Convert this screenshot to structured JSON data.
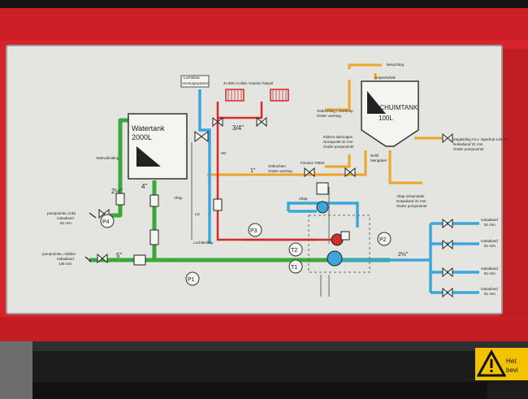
{
  "diagram": {
    "tanks": {
      "water_title": "Watertank",
      "water_volume": "2000L",
      "foam_title": "SCHUIMTANK",
      "foam_volume": "100L"
    },
    "labels": {
      "air_system": "Luchtdruk",
      "air_system2": "Voertuigsysteem",
      "hose_reel": "2x 80m Collins Youldon haspel",
      "breather": "Beluchting",
      "inspection": "Inspectieluik",
      "overflow1": "Ontluchting / Overloop",
      "overflow2": "Onder voertuig",
      "empty1": "Eiderm aanzuigen",
      "empty2": "Nozapunkt 31 mm",
      "empty3": "Onder pompruimte",
      "supply1": "Zuigleiding t.b.v. ingedruk schuim",
      "supply2": "Nokadiand 31 mm",
      "supply3": "Onder pompruimte",
      "refill": "Refill",
      "mixer": "Mengdeel",
      "venting1": "Ontluchten",
      "venting2": "Onder voertuig",
      "proportioner": "Fireslus 70500",
      "drain": "Aftap",
      "foam_drain1": "Aftap schuimtank",
      "foam_drain2": "Nokadiand 31 mm",
      "foam_drain3": "Onder pompruimte",
      "hd": "HD",
      "fill_conn": "Tankvulleiding",
      "drain_tank": "Aftap",
      "ld": "LD",
      "lucht": "Luchtleiding",
      "pump_left1": "pompruimte, links",
      "pump_left2": "nokadiand",
      "pump_left3": "81 mm.",
      "pump_mid1": "pompruimte, midden",
      "pump_mid2": "nokadiand",
      "pump_mid3": "148 mm.",
      "out_nok": "nokadiand",
      "out_mm": "81 mm.",
      "warning1": "Het",
      "warning2": "bevi"
    },
    "pipe_sizes": {
      "s1": "2½\"",
      "s2": "4\"",
      "s3": "5\"",
      "s4": "3/4\"",
      "s5": "1\"",
      "s6": "2½\""
    },
    "callouts": [
      "P4",
      "P3",
      "T2",
      "T1",
      "P2",
      "P1"
    ],
    "colors": {
      "frame": "#d7232c",
      "panel": "#e4e4e0",
      "water": "#3ca83a",
      "foam": "#f0a32a",
      "high_pressure": "#d62b2b",
      "low_pressure": "#3aa6dc",
      "air": "#8fb8d8"
    }
  }
}
